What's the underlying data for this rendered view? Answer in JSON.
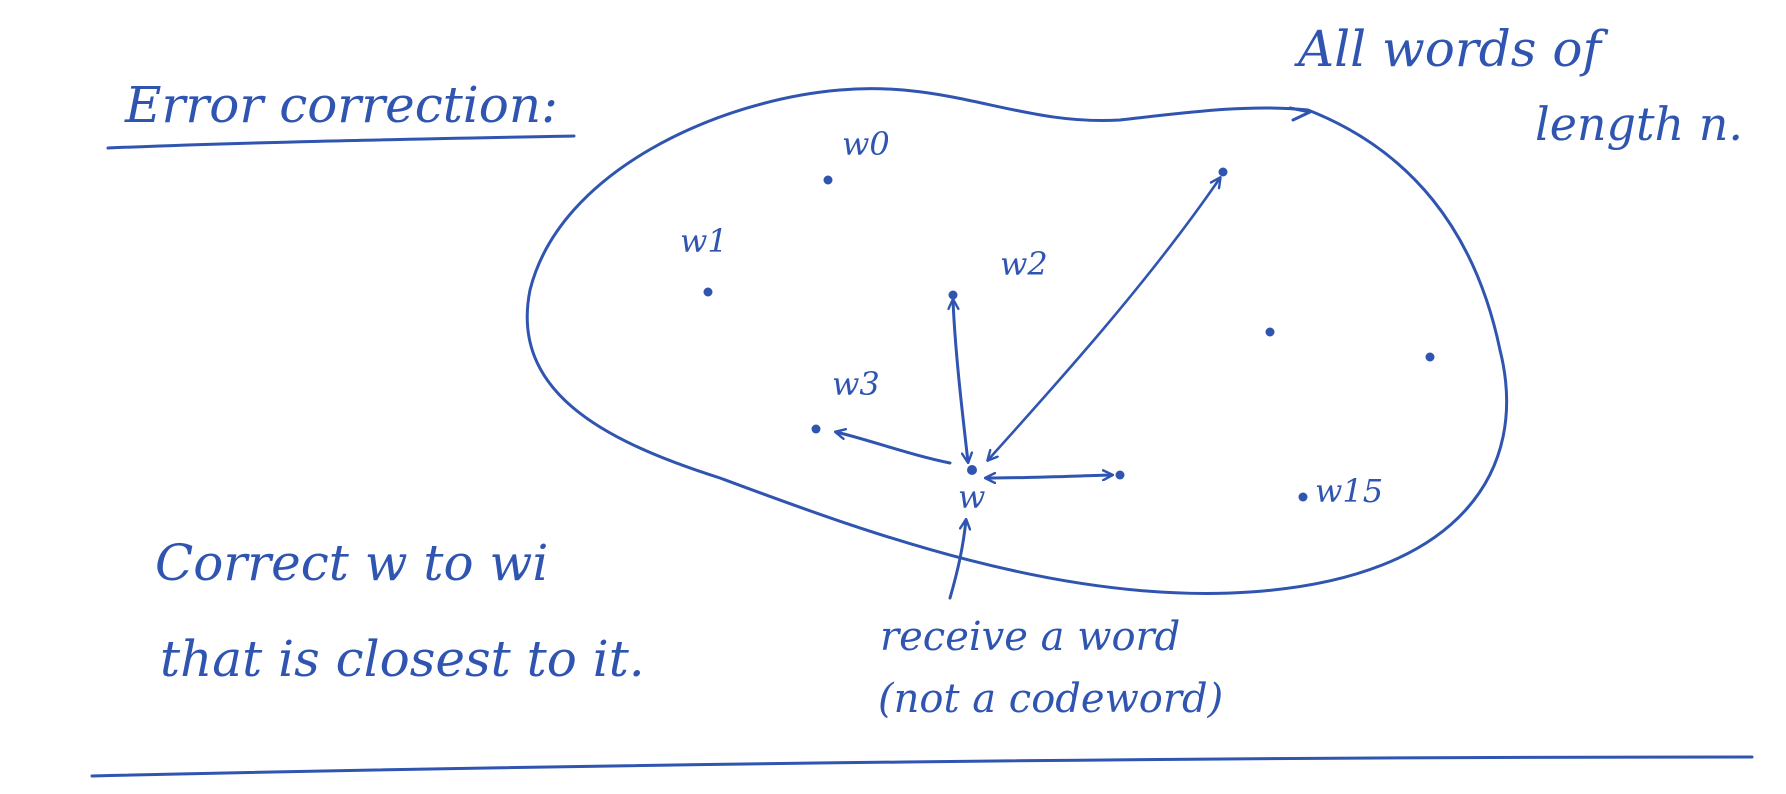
{
  "heading": "Error correction:",
  "universe_label": {
    "line1": "All words of",
    "line2": "length n."
  },
  "codewords": {
    "w0": "w0",
    "w1": "w1",
    "w2": "w2",
    "w3": "w3",
    "w15": "w15"
  },
  "received_word_label": "w",
  "correction_note": {
    "line1": "Correct w to wi",
    "line2": "that is closest to it."
  },
  "receive_note": {
    "line1": "receive a word",
    "line2": "(not a codeword)"
  },
  "ink_color": "#2f55b0"
}
